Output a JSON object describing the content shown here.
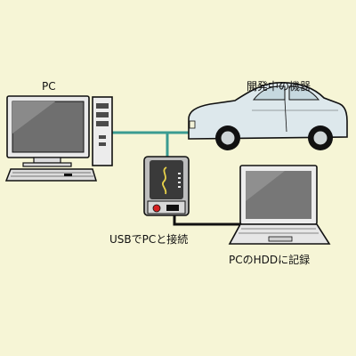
{
  "labels": {
    "pc": "PC",
    "device_under_dev": "開発中の機器",
    "usb_connect": "USBでPCと接続",
    "hdd_record": "PCのHDDに記録"
  },
  "colors": {
    "background": "#f6f5d6",
    "cable": "#3a9b91",
    "usb_cable": "#111111",
    "car_body": "#dde8ec",
    "monitor_screen": "#6f6f6f"
  }
}
